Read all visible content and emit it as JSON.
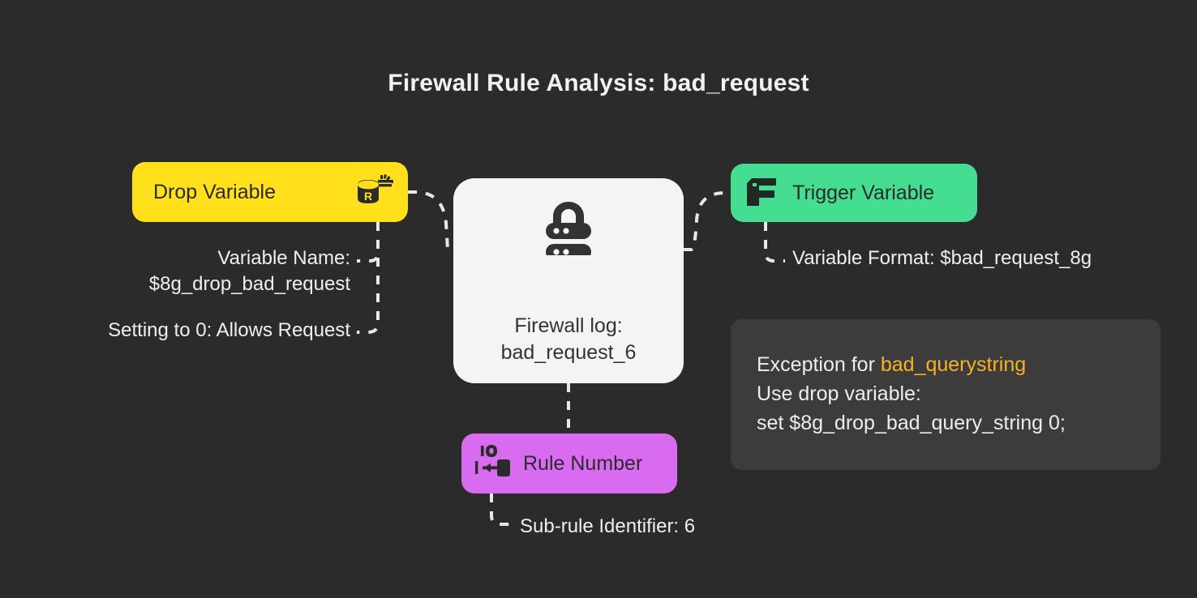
{
  "title": "Firewall Rule Analysis: bad_request",
  "colors": {
    "background": "#2b2b2b",
    "drop_variable": "#ffe01a",
    "trigger_variable": "#45dd92",
    "rule_number": "#d96bf0",
    "center_node": "#f4f4f4",
    "panel": "#3c3c3c",
    "accent": "#f5b324",
    "text": "#efefef",
    "connector": "#e8e8e8"
  },
  "nodes": {
    "drop_variable": {
      "label": "Drop Variable",
      "icon": "database-r-icon"
    },
    "trigger_variable": {
      "label": "Trigger Variable",
      "icon": "firewall-flag-icon"
    },
    "rule_number": {
      "label": "Rule Number",
      "icon": "number-arrow-icon"
    },
    "center": {
      "icon": "lock-server-icon",
      "line1": "Firewall log:",
      "line2": "bad_request_6"
    }
  },
  "annotations": {
    "variable_name_line1": "Variable Name:",
    "variable_name_line2": "$8g_drop_bad_request",
    "setting": "Setting to 0: Allows Request",
    "variable_format": "Variable Format: $bad_request_8g",
    "sub_rule": "Sub-rule Identifier: 6"
  },
  "exception_panel": {
    "line1_prefix": "Exception for ",
    "line1_accent": "bad_querystring",
    "line2": "Use drop variable:",
    "line3_accent": "set $8g_drop_bad_query_string 0;"
  }
}
